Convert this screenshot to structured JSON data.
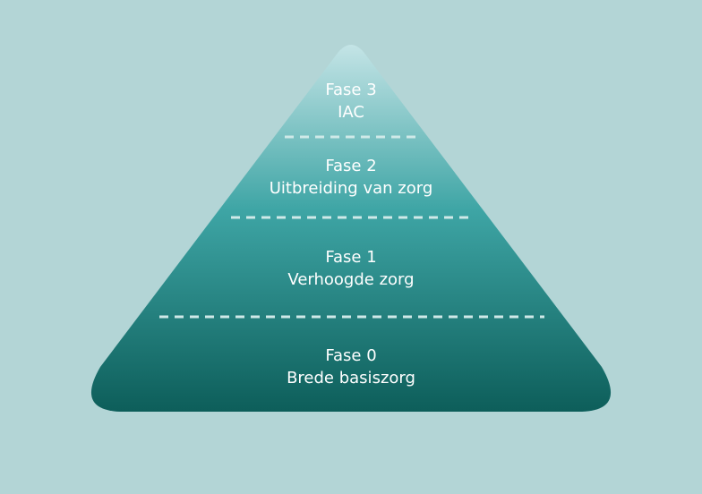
{
  "colors": {
    "background": "#b3d5d6",
    "pyramid_top": "#c4e4e6",
    "pyramid_mid": "#3ea5a5",
    "pyramid_base": "#0d5e5a",
    "separator": "#cfe9e8",
    "text": "#ffffff"
  },
  "levels": [
    {
      "phase": "Fase 3",
      "description": "IAC"
    },
    {
      "phase": "Fase 2",
      "description": "Uitbreiding van zorg"
    },
    {
      "phase": "Fase 1",
      "description": "Verhoogde zorg"
    },
    {
      "phase": "Fase 0",
      "description": "Brede basiszorg"
    }
  ]
}
